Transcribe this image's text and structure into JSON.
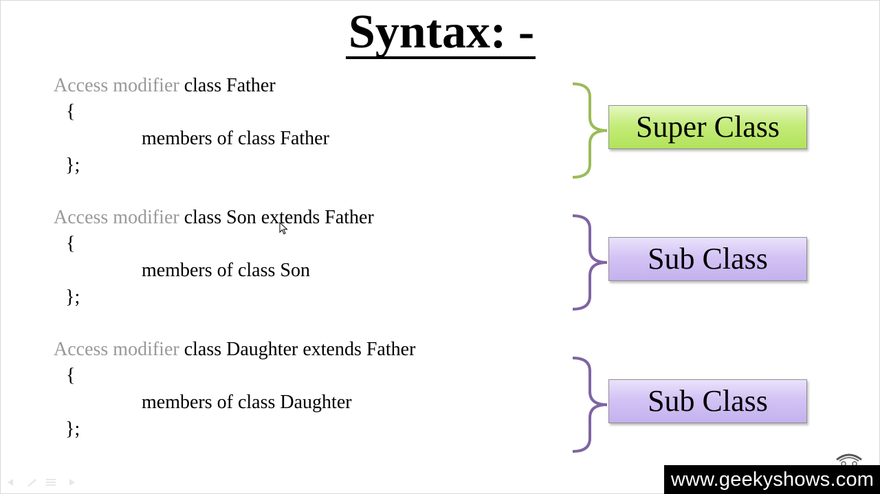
{
  "slide": {
    "title": "Syntax: -",
    "blocks": [
      {
        "muted": "Access modifier",
        "decl": " class Father",
        "open": "{",
        "members": "members of class Father",
        "close": "};",
        "label": "Super Class"
      },
      {
        "muted": "Access modifier",
        "decl": " class Son extends Father",
        "open": "{",
        "members": "members of class Son",
        "close": "};",
        "label": "Sub Class"
      },
      {
        "muted": "Access modifier",
        "decl": " class Daughter extends Father",
        "open": "{",
        "members": "members of class Daughter",
        "close": "};",
        "label": "Sub Class"
      }
    ],
    "watermark": "www.geekyshows.com",
    "colors": {
      "super_brace": "#9bbb59",
      "sub_brace": "#8064a2",
      "muted_text": "#999999"
    }
  }
}
